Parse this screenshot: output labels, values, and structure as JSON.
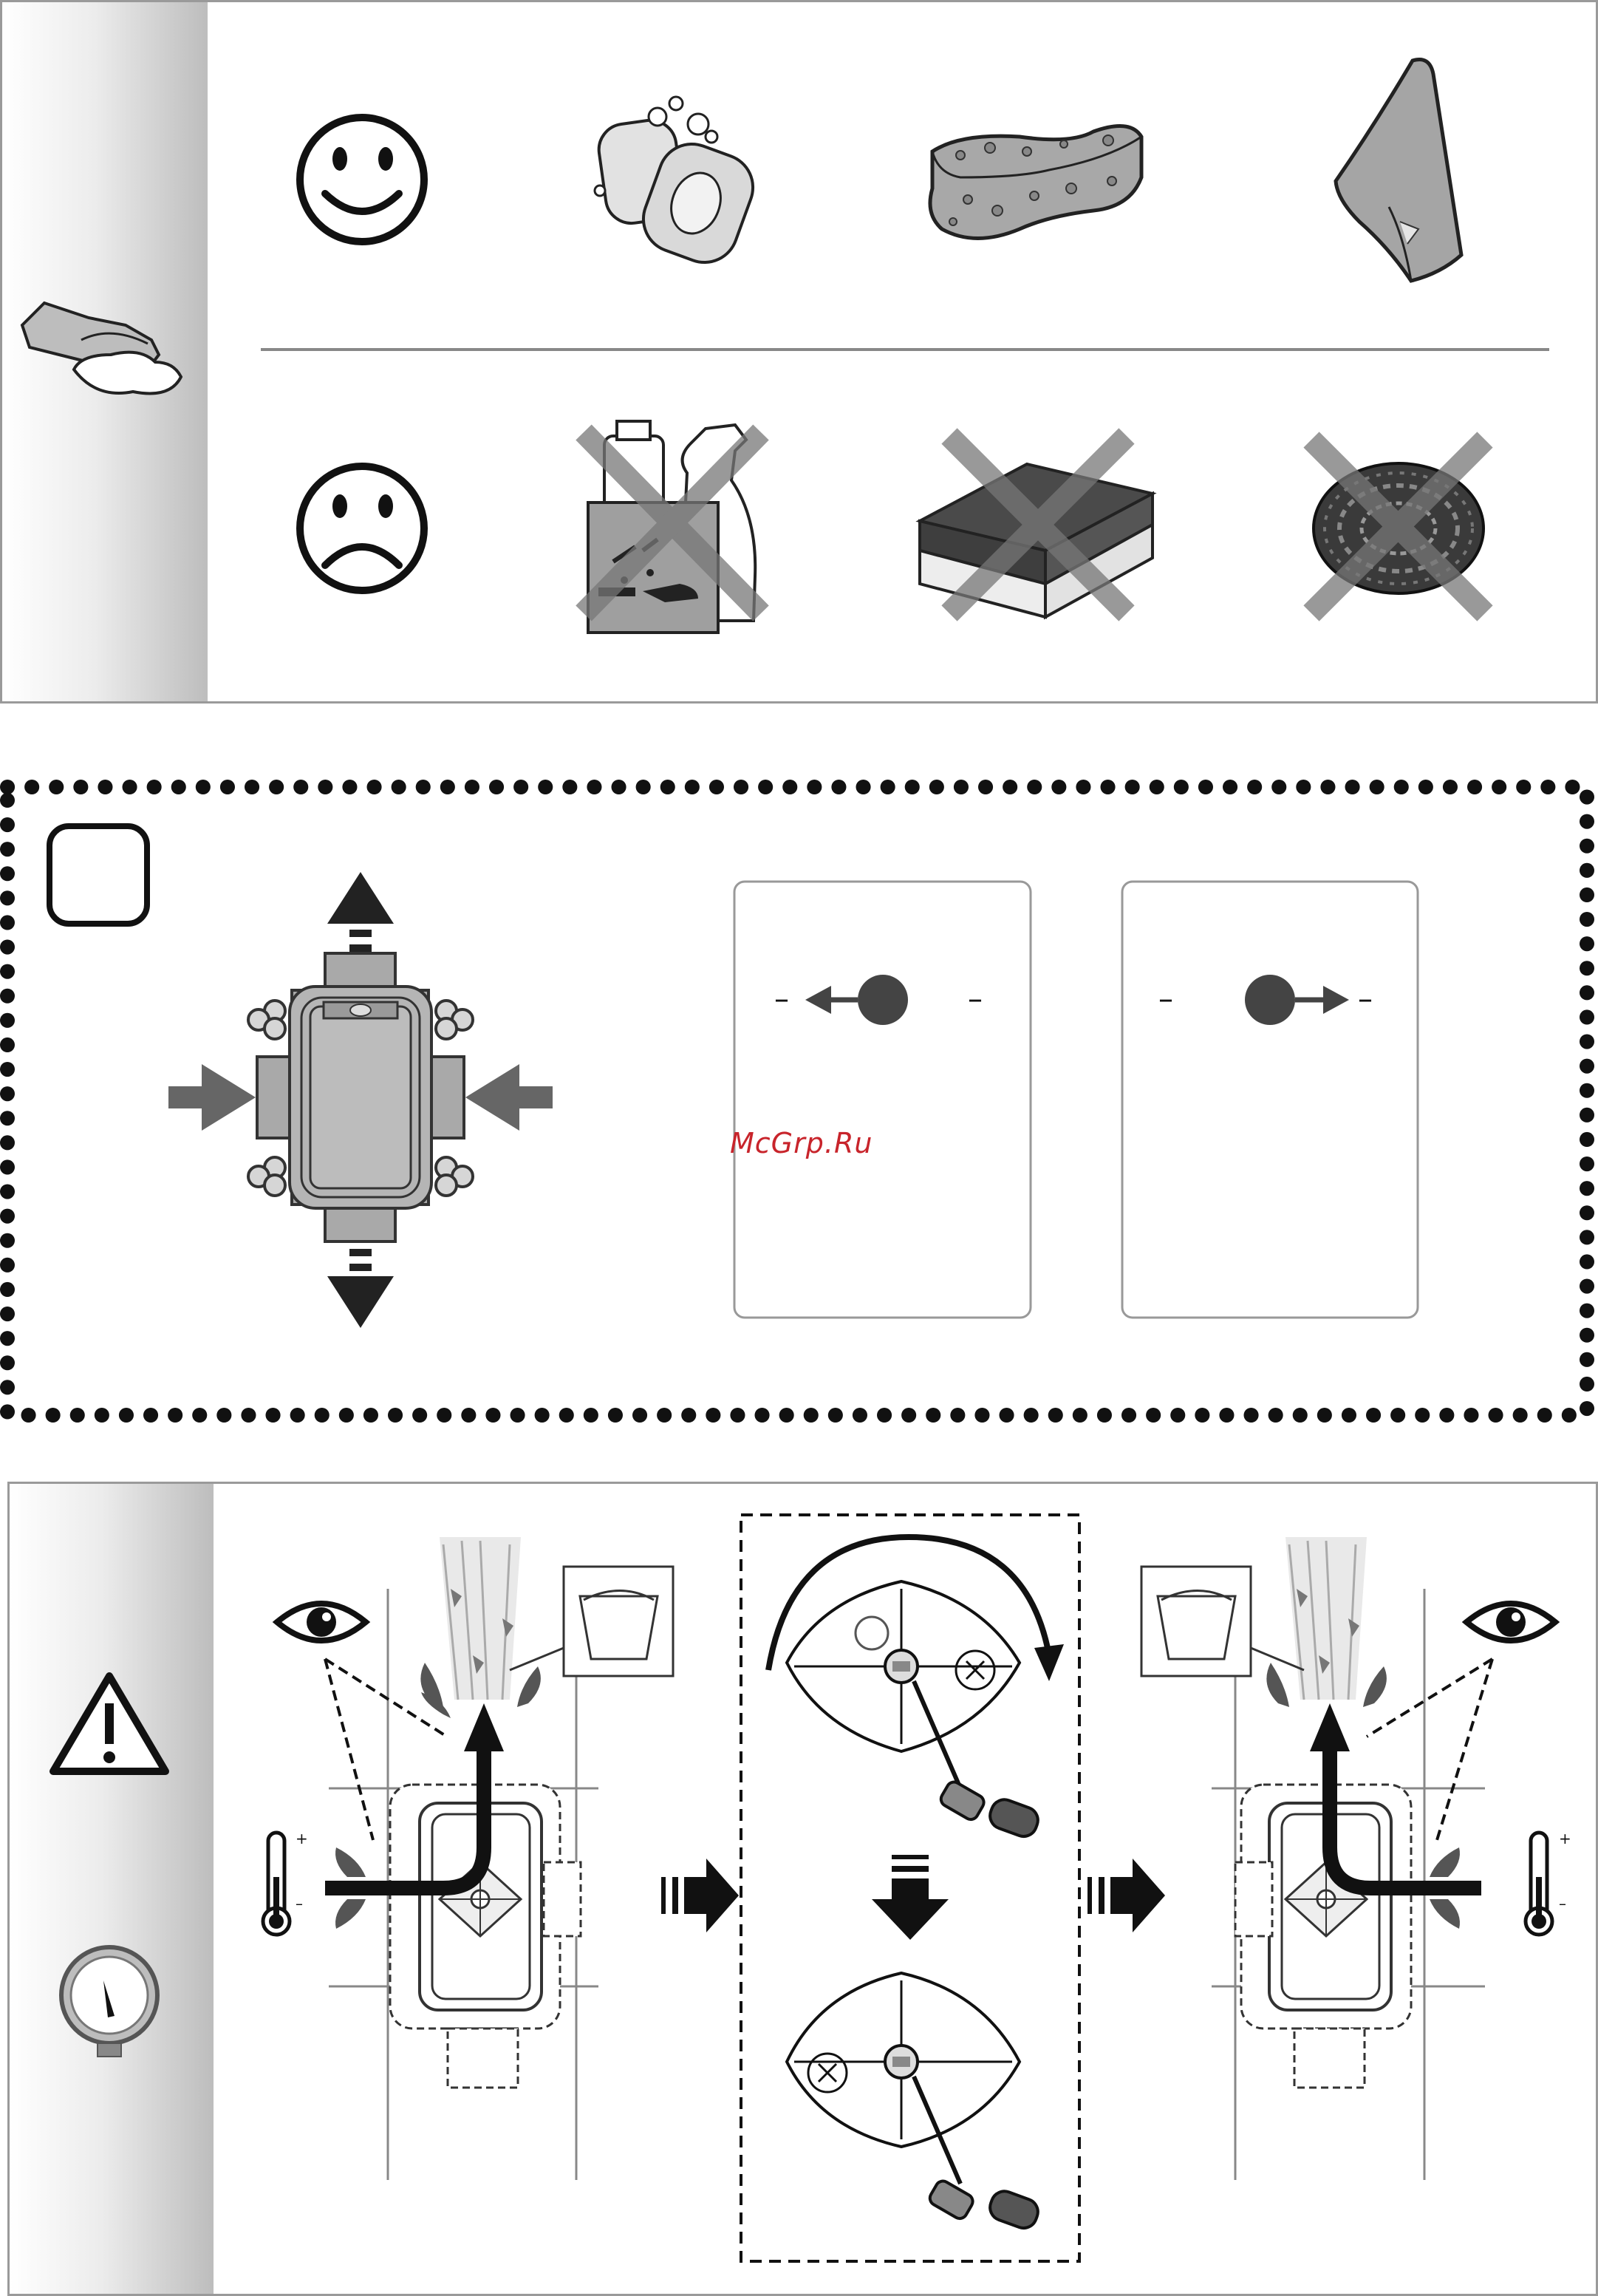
{
  "cleaning_panel": {
    "recommended_row": [
      "smiley-face",
      "soap",
      "soft-sponge",
      "soft-cloth"
    ],
    "forbidden_row": [
      "sad-face",
      "chemical-cleaners",
      "abrasive-sponge",
      "steel-wool"
    ]
  },
  "install_panel": {
    "option_left_tolerance_left": "–",
    "option_left_tolerance_right": "–",
    "option_right_tolerance_left": "–",
    "option_right_tolerance_right": "–"
  },
  "flush_panel": {
    "thermometer_plus": "+",
    "thermometer_minus": "–"
  },
  "watermark": "McGrp.Ru",
  "colors": {
    "frame": "#9a9a9a",
    "dark": "#222222",
    "mid_gray": "#777777",
    "light_gray": "#bdbdbd",
    "watermark": "#c8242b"
  }
}
